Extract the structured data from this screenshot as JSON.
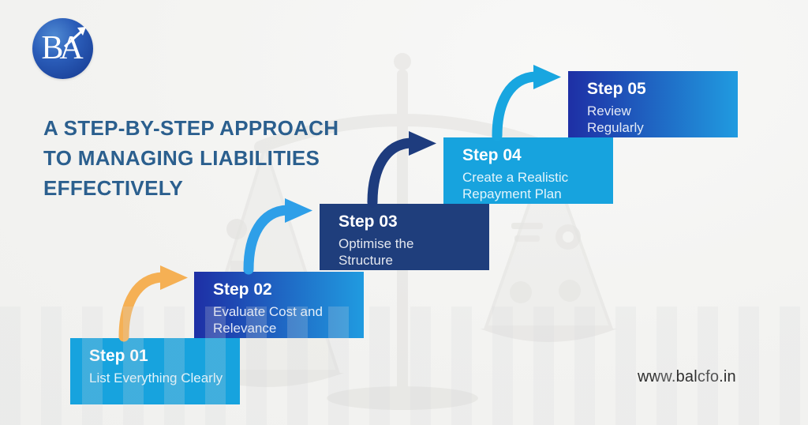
{
  "brand": {
    "logo_text": "BA",
    "website": "www.balcfo.in"
  },
  "header": {
    "title_lines": [
      "A STEP-BY-STEP APPROACH",
      "TO MANAGING LIABILITIES",
      "EFFECTIVELY"
    ]
  },
  "steps": [
    {
      "label": "Step 01",
      "description": "List Everything Clearly",
      "variant": "solid-light-blue"
    },
    {
      "label": "Step 02",
      "description": "Evaluate Cost and Relevance",
      "variant": "blue-gradient"
    },
    {
      "label": "Step 03",
      "description": "Optimise the Structure",
      "variant": "solid-dark-navy"
    },
    {
      "label": "Step 04",
      "description": "Create a Realistic Repayment Plan",
      "variant": "solid-light-blue"
    },
    {
      "label": "Step 05",
      "description": "Review Regularly",
      "variant": "blue-gradient"
    }
  ],
  "arrows": [
    {
      "from": "Step 01",
      "to": "Step 02",
      "color": "#F5B054"
    },
    {
      "from": "Step 02",
      "to": "Step 03",
      "color": "#2E9FE8"
    },
    {
      "from": "Step 03",
      "to": "Step 04",
      "color": "#1E3C7E"
    },
    {
      "from": "Step 04",
      "to": "Step 05",
      "color": "#18A6E0"
    }
  ],
  "colors": {
    "background": "#F3F3F1",
    "title_text": "#2B5F8E",
    "step_light_blue": "#17A3DE",
    "step_dark_navy": "#1F3E7C",
    "step_gradient_start": "#1E2FA5",
    "step_gradient_end": "#209BE0",
    "logo_blue": "#1E4DA8",
    "website_text": "#2E2E2E"
  },
  "background": {
    "watermark": "balance-scale"
  }
}
